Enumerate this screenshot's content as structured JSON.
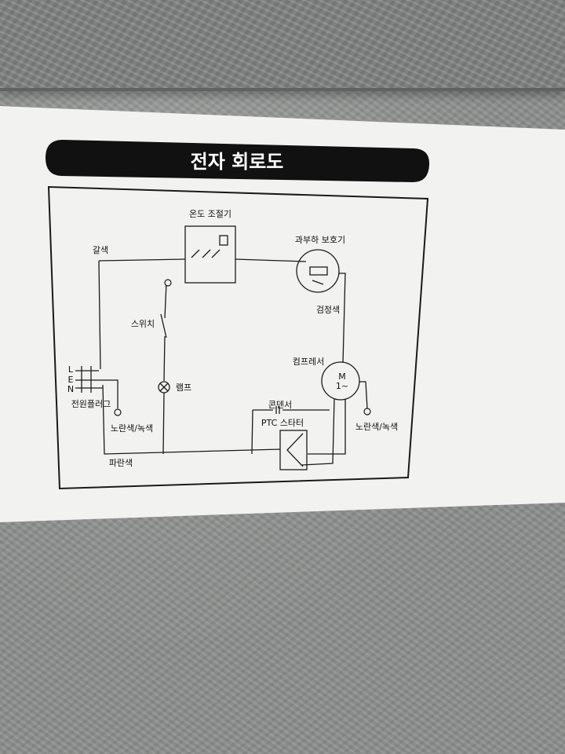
{
  "title": "전자 회로도",
  "labels": {
    "thermostat": "온도 조절기",
    "overload_protector": "과부하 보호기",
    "brown": "갈색",
    "black": "검정색",
    "switch": "스위치",
    "compressor": "컴프레서",
    "lamp": "램프",
    "power_plug": "전원플러그",
    "capacitor": "콘덴서",
    "ptc_starter": "PTC 스타터",
    "yellow_green_left": "노란색/녹색",
    "yellow_green_right": "노란색/녹색",
    "blue": "파란색"
  },
  "plug_pins": {
    "l": "L",
    "e": "E",
    "n": "N"
  },
  "motor": {
    "m": "M",
    "phase": "1~"
  },
  "colors": {
    "title_bar": "#111111",
    "title_text": "#ffffff",
    "line": "#1a1a1a",
    "sticker": "#f3f3f1"
  }
}
